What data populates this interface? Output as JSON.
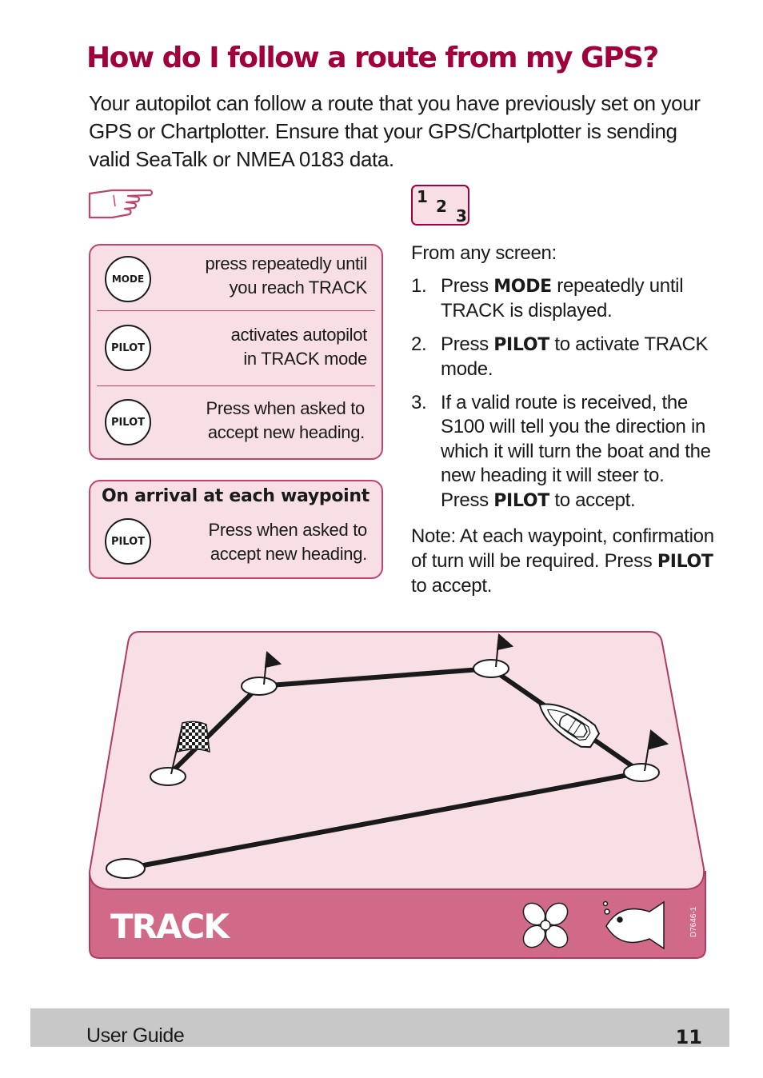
{
  "page": {
    "title": "How do I follow a route from my GPS?",
    "intro": "Your autopilot can follow a route that you have previously set on your GPS or Chartplotter. Ensure that your GPS/Chartplotter is sending valid SeaTalk or NMEA 0183 data."
  },
  "steps_icon": {
    "d1": "1",
    "d2": "2",
    "d3": "3"
  },
  "key_panel": {
    "rows": [
      {
        "key": "MODE",
        "line1": "press repeatedly until",
        "line2": "you reach TRACK"
      },
      {
        "key": "PILOT",
        "line1": "activates autopilot",
        "line2": "in TRACK mode"
      },
      {
        "key": "PILOT",
        "line1": "Press when asked to",
        "line2": "accept new heading."
      }
    ]
  },
  "arrival_panel": {
    "title": "On arrival at each waypoint",
    "key": "PILOT",
    "line1": "Press when asked to",
    "line2": "accept new heading."
  },
  "instructions": {
    "lead": "From any screen:",
    "steps": [
      {
        "num": "1.",
        "pre": "Press ",
        "kw": "MODE",
        "post": " repeatedly until TRACK is displayed."
      },
      {
        "num": "2.",
        "pre": "Press ",
        "kw": "PILOT",
        "post": " to activate TRACK mode."
      },
      {
        "num": "3.",
        "pre": "If a valid route is received, the S100 will tell you the direction in which it will turn the boat and the new heading it will steer to. Press ",
        "kw": "PILOT",
        "post": " to accept."
      }
    ],
    "note_pre": "Note:  At each waypoint, confirmation of turn will be required. Press ",
    "note_kw": "PILOT",
    "note_post": " to accept."
  },
  "diagram": {
    "screen_label": "TRACK",
    "figure_code": "D7646-1",
    "colors": {
      "screen_top": "#f7dfe5",
      "screen_base": "#d06a88",
      "border": "#c2446c"
    }
  },
  "footer": {
    "left": "User Guide",
    "page_number": "11"
  }
}
